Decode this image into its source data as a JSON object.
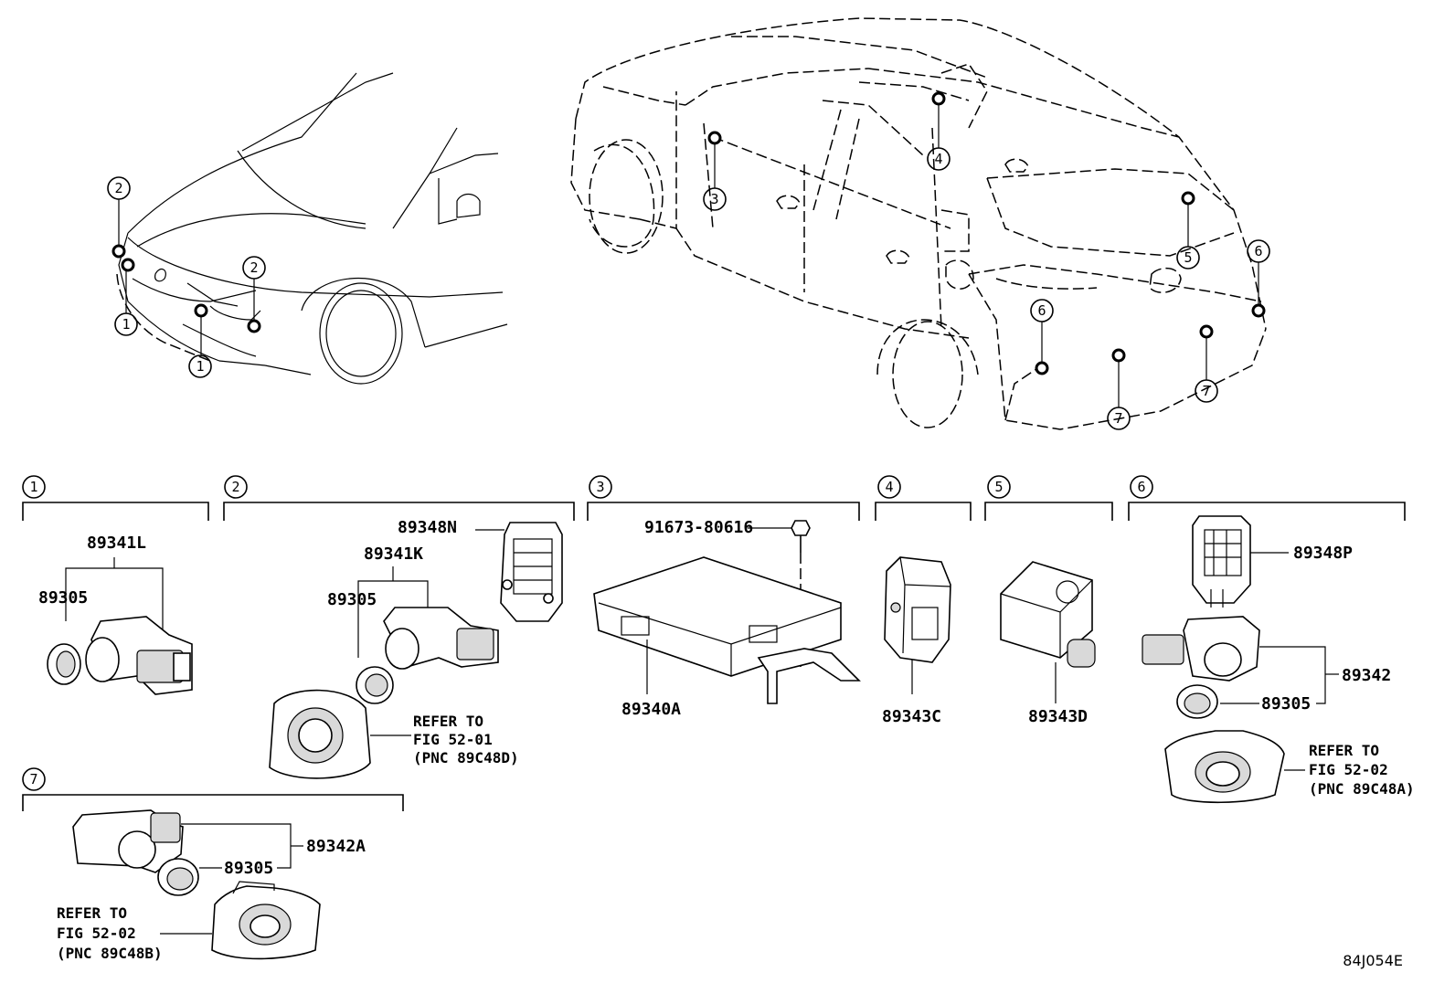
{
  "diagram_id": "84J054E",
  "locator_numbers": [
    "1",
    "2",
    "3",
    "4",
    "5",
    "6",
    "7"
  ],
  "groups": {
    "g1": {
      "number": "1",
      "parts": [
        "89341L",
        "89305"
      ]
    },
    "g2": {
      "number": "2",
      "parts": [
        "89348N",
        "89341K",
        "89305"
      ],
      "refer": [
        "REFER TO",
        "FIG 52-01",
        "(PNC 89C48D)"
      ]
    },
    "g3": {
      "number": "3",
      "parts": [
        "91673-80616",
        "89340A"
      ]
    },
    "g4": {
      "number": "4",
      "parts": [
        "89343C"
      ]
    },
    "g5": {
      "number": "5",
      "parts": [
        "89343D"
      ]
    },
    "g6": {
      "number": "6",
      "parts": [
        "89348P",
        "89342",
        "89305"
      ],
      "refer": [
        "REFER TO",
        "FIG 52-02",
        "(PNC 89C48A)"
      ]
    },
    "g7": {
      "number": "7",
      "parts": [
        "89342A",
        "89305"
      ],
      "refer": [
        "REFER TO",
        "FIG 52-02",
        "(PNC 89C48B)"
      ]
    }
  }
}
